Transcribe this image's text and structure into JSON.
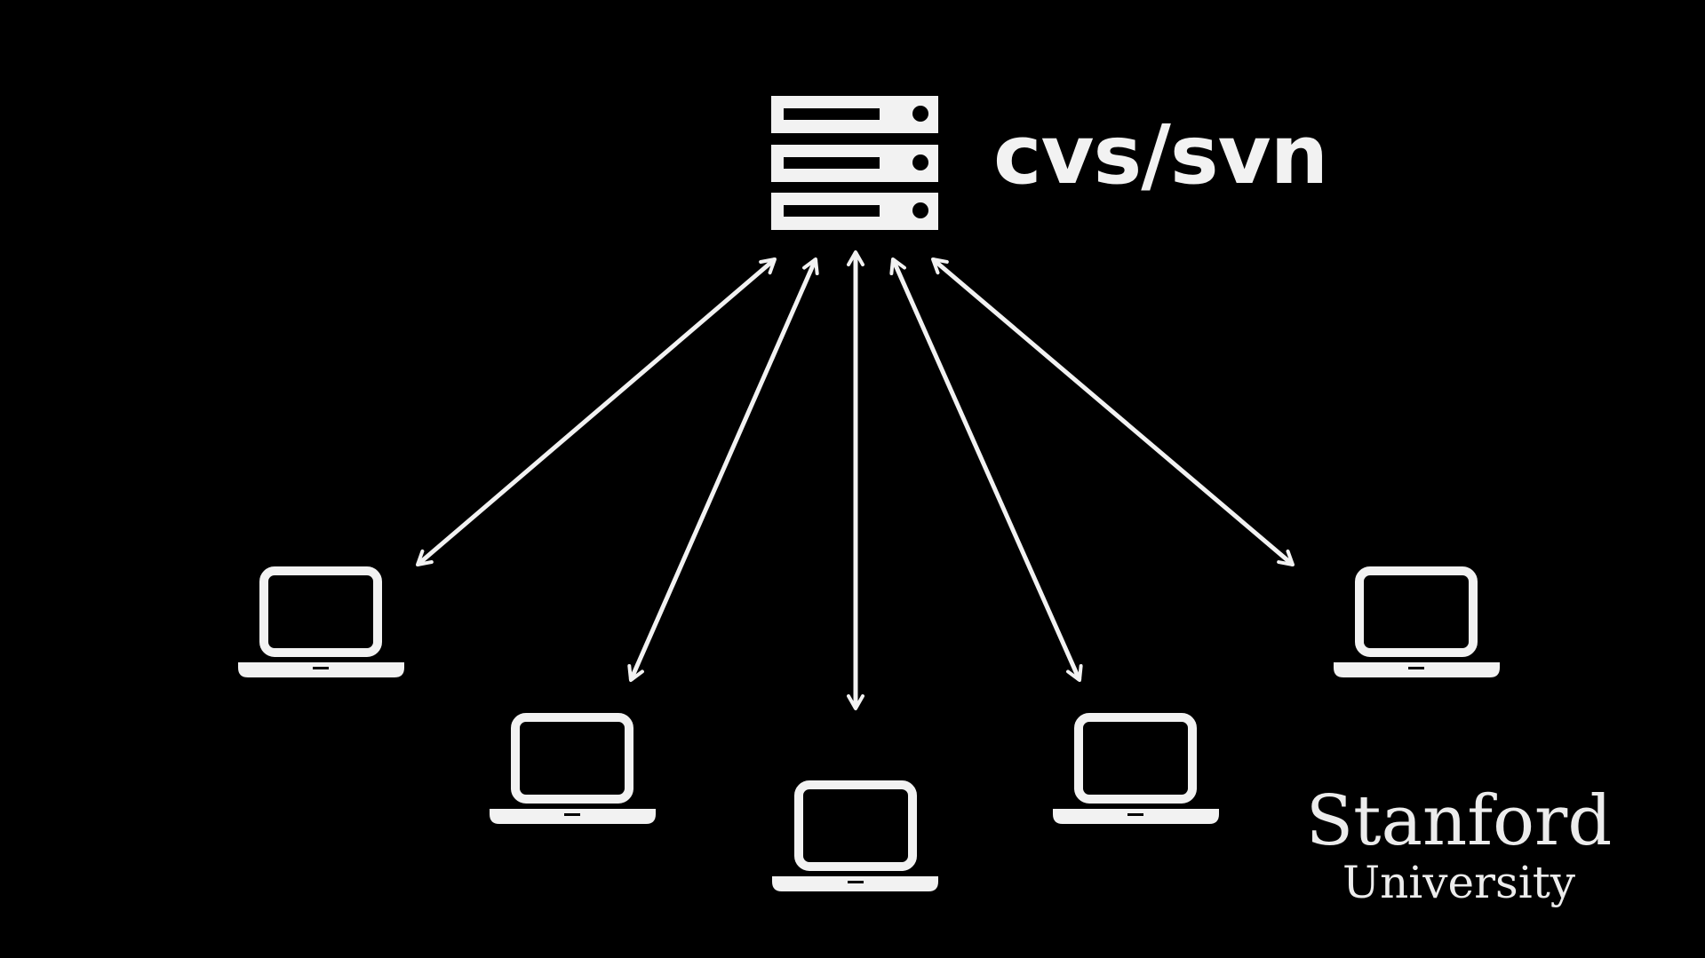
{
  "diagram": {
    "server": {
      "label": "cvs/svn",
      "icon": "server-rack-icon"
    },
    "clients": [
      {
        "icon": "laptop-icon"
      },
      {
        "icon": "laptop-icon"
      },
      {
        "icon": "laptop-icon"
      },
      {
        "icon": "laptop-icon"
      },
      {
        "icon": "laptop-icon"
      }
    ],
    "connections": "bidirectional",
    "colors": {
      "background": "#000000",
      "foreground": "#f2f2f2"
    }
  },
  "logo": {
    "name": "Stanford",
    "sub": "University"
  }
}
